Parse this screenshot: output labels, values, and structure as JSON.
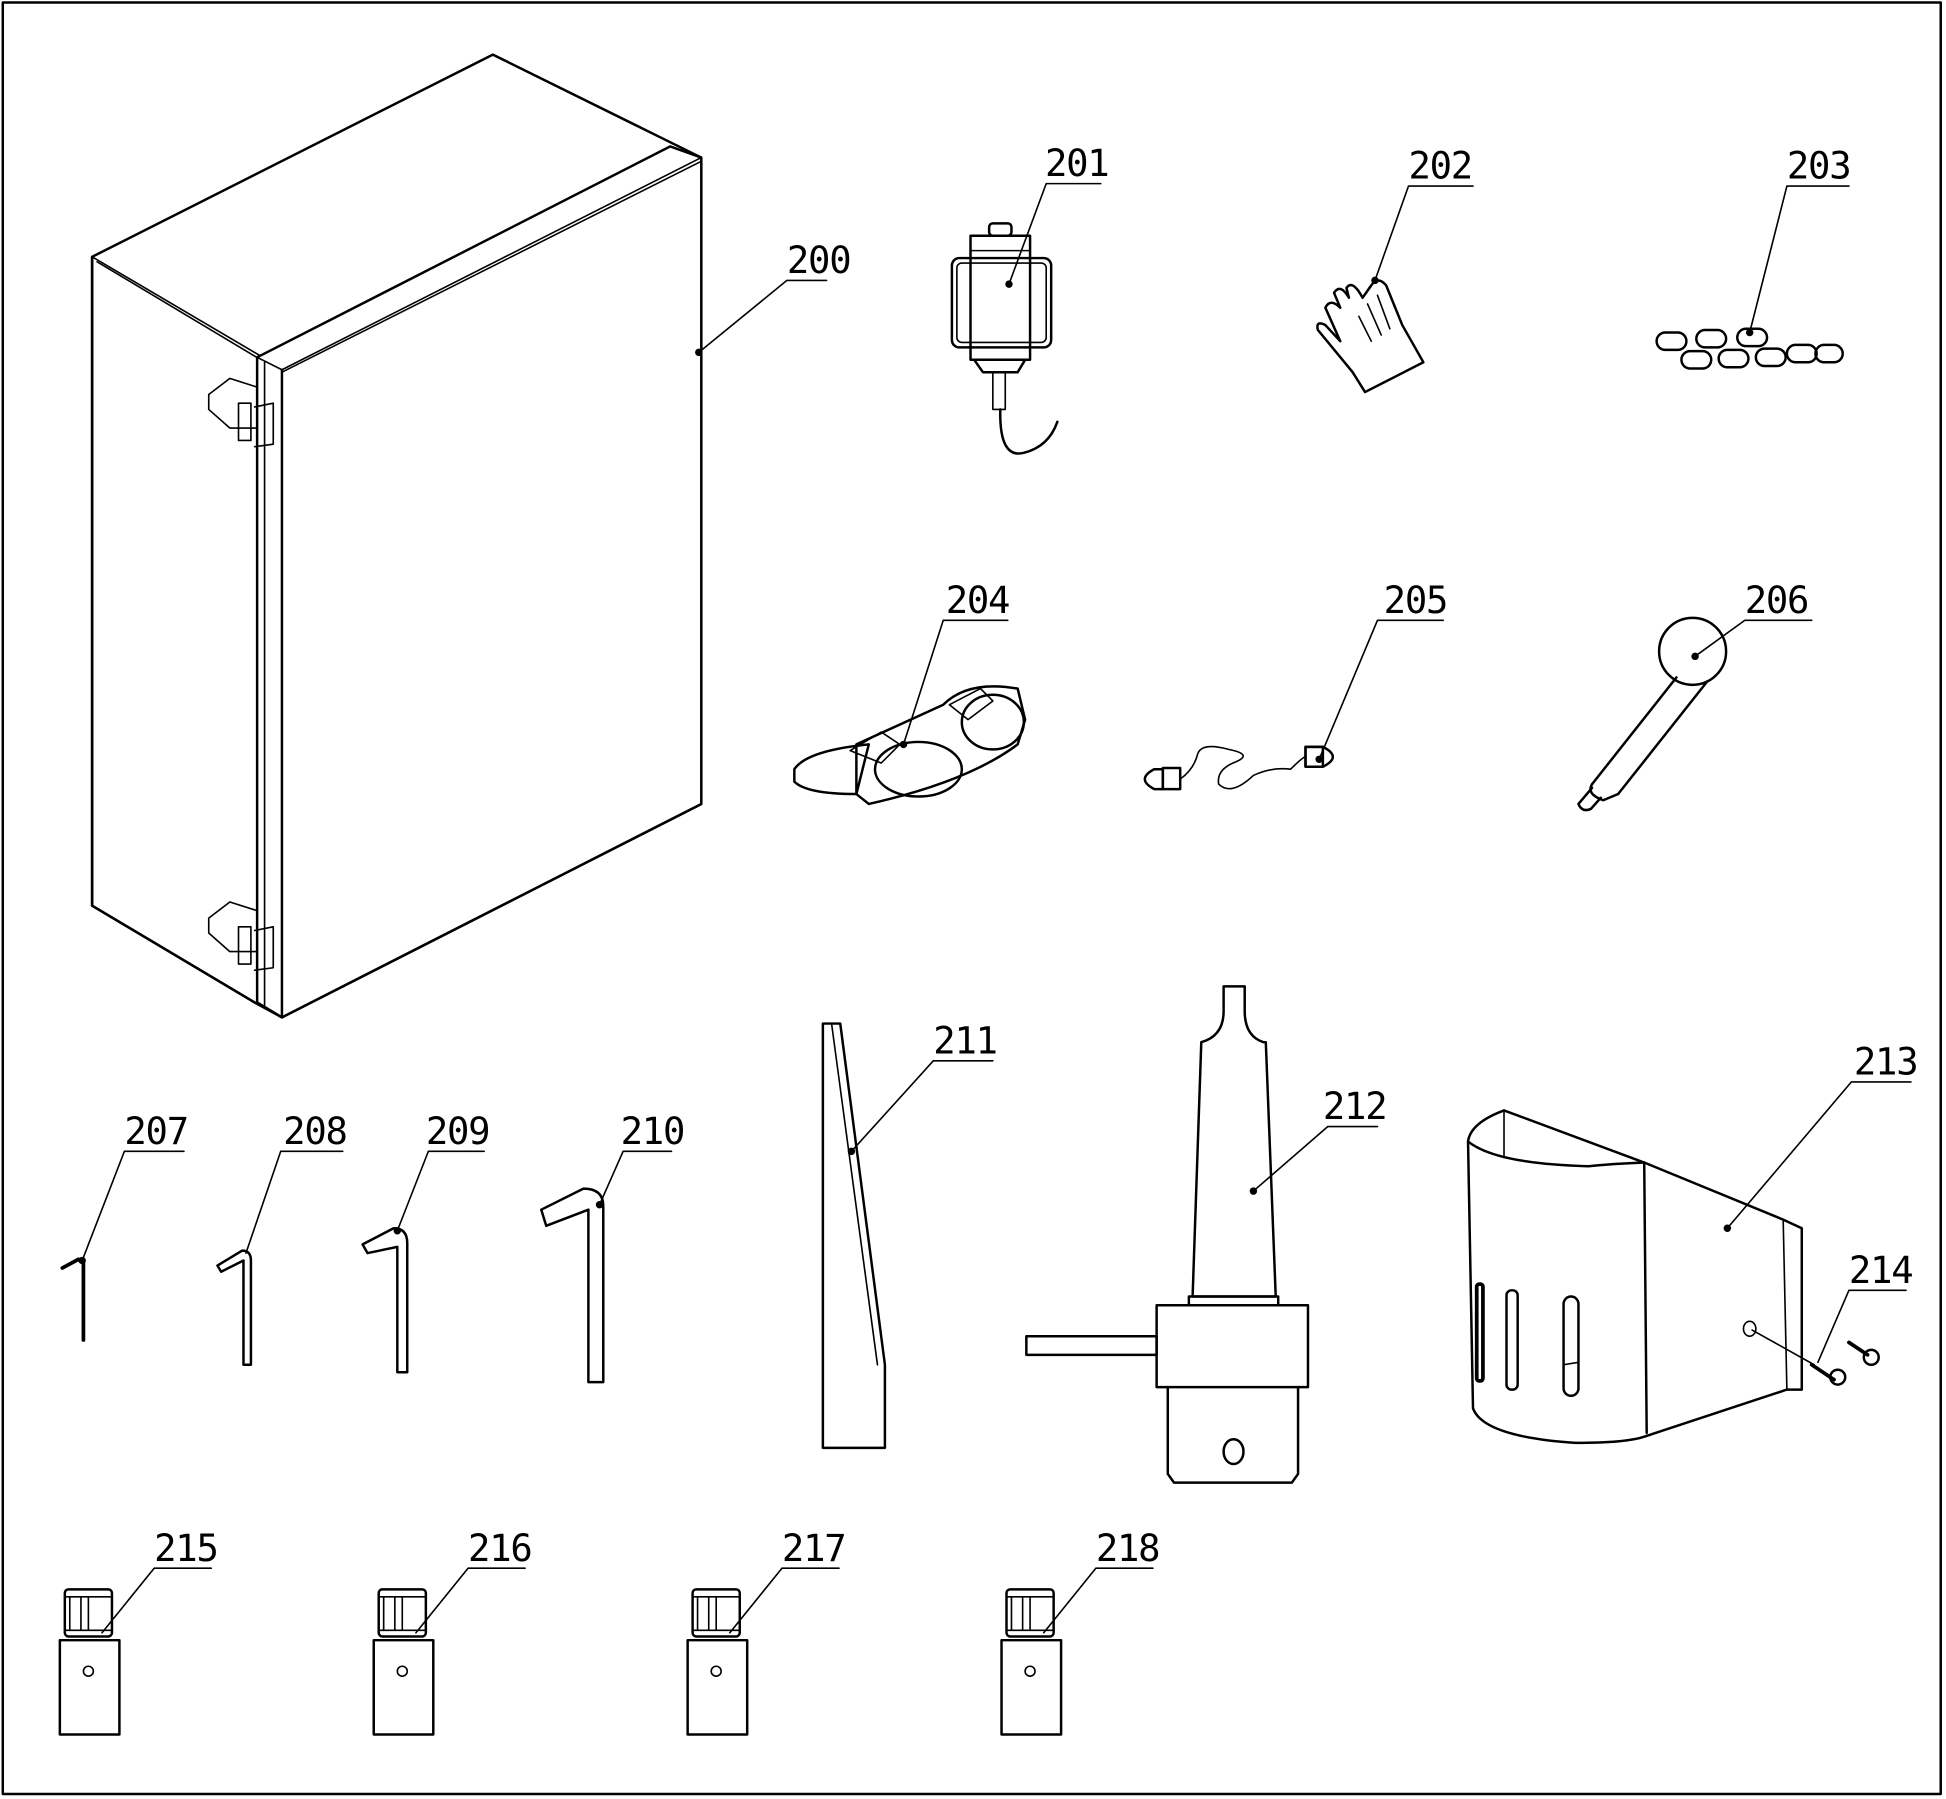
{
  "drawing": {
    "title": "Accessory parts exploded view",
    "line_color": "#000000",
    "background": "#ffffff"
  },
  "callouts": [
    {
      "id": "200",
      "label": "200",
      "part": "cabinet"
    },
    {
      "id": "201",
      "label": "201",
      "part": "lubricator"
    },
    {
      "id": "202",
      "label": "202",
      "part": "glove"
    },
    {
      "id": "203",
      "label": "203",
      "part": "chain"
    },
    {
      "id": "204",
      "label": "204",
      "part": "goggles"
    },
    {
      "id": "205",
      "label": "205",
      "part": "earplugs"
    },
    {
      "id": "206",
      "label": "206",
      "part": "pin-tool"
    },
    {
      "id": "207",
      "label": "207",
      "part": "hex-key-1"
    },
    {
      "id": "208",
      "label": "208",
      "part": "hex-key-2"
    },
    {
      "id": "209",
      "label": "209",
      "part": "hex-key-3"
    },
    {
      "id": "210",
      "label": "210",
      "part": "hex-key-4"
    },
    {
      "id": "211",
      "label": "211",
      "part": "wedge"
    },
    {
      "id": "212",
      "label": "212",
      "part": "arbor"
    },
    {
      "id": "213",
      "label": "213",
      "part": "bracket"
    },
    {
      "id": "214",
      "label": "214",
      "part": "screws"
    },
    {
      "id": "215",
      "label": "215",
      "part": "adapter-1"
    },
    {
      "id": "216",
      "label": "216",
      "part": "adapter-2"
    },
    {
      "id": "217",
      "label": "217",
      "part": "adapter-3"
    },
    {
      "id": "218",
      "label": "218",
      "part": "adapter-4"
    }
  ]
}
